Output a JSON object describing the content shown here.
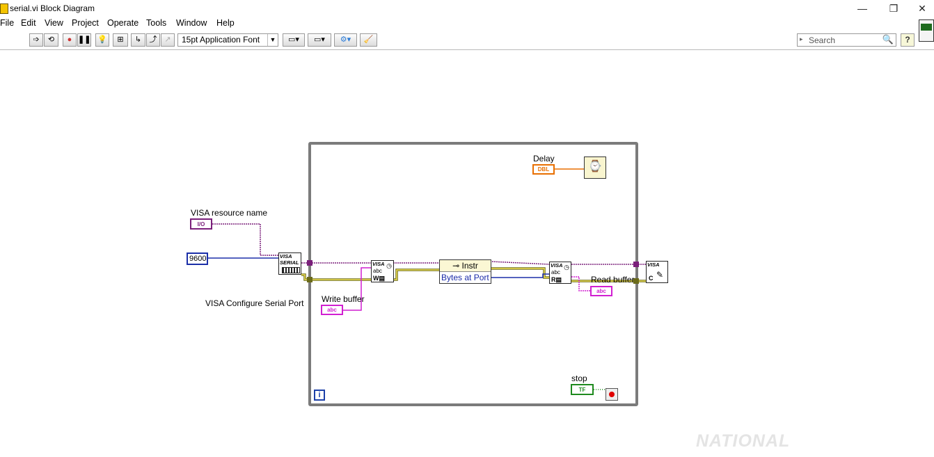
{
  "window": {
    "title": "serial.vi Block Diagram",
    "minimize": "—",
    "restore": "❐",
    "close": "✕"
  },
  "menu": [
    "File",
    "Edit",
    "View",
    "Project",
    "Operate",
    "Tools",
    "Window",
    "Help"
  ],
  "toolbar": {
    "font_selector": "15pt Application Font",
    "search_placeholder": "Search",
    "help": "?"
  },
  "diagram": {
    "visa_resource_label": "VISA resource name",
    "visa_resource_terminal": "I/O",
    "baud_rate_value": "9600",
    "configure_node_label": "VISA Configure Serial Port",
    "configure_node_text": "VISA SERIAL",
    "write_buffer_label": "Write buffer",
    "write_buffer_terminal": "abc",
    "write_node_text": "VISA",
    "property_node_class": "Instr",
    "property_node_item": "Bytes at Port",
    "read_node_text": "VISA",
    "read_buffer_label": "Read buffer",
    "read_buffer_terminal": "abc",
    "close_node_text": "VISA",
    "delay_label": "Delay",
    "delay_terminal": "DBL",
    "stop_label": "stop",
    "stop_terminal": "TF",
    "iteration_terminal": "i"
  },
  "watermark": "NATIONAL"
}
